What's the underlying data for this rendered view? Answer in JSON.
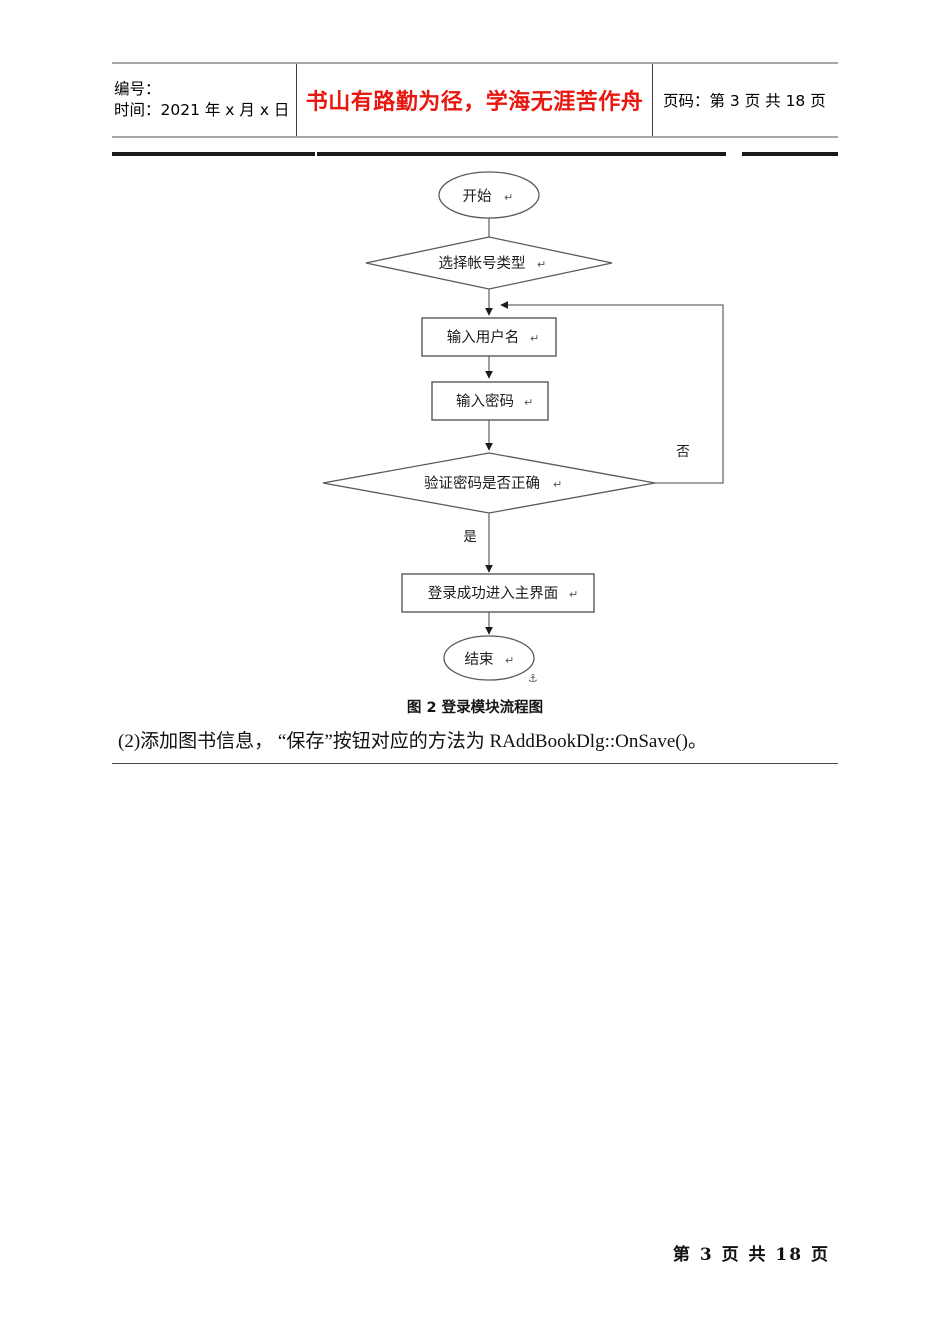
{
  "header": {
    "left": {
      "number_label": "编号：",
      "date_label": "时间：2021 年 x 月 x 日"
    },
    "title": "书山有路勤为径，学海无涯苦作舟",
    "right": {
      "page_label": "页码：第 3 页  共 18 页"
    }
  },
  "flowchart": {
    "nodes": {
      "start": "开始",
      "choose_account_type": "选择帐号类型",
      "input_username": "输入用户名",
      "input_password": "输入密码",
      "verify_password": "验证密码是否正确",
      "login_success": "登录成功进入主界面",
      "end": "结束"
    },
    "edge_labels": {
      "no": "否",
      "yes": "是"
    },
    "pilcrow": "↵"
  },
  "figure_caption": "图 2 登录模块流程图",
  "body_paragraph": "(2)添加图书信息，  “保存”按钮对应的方法为 RAddBookDlg::OnSave()。",
  "footer": {
    "page_text": "第 3 页 共 18 页"
  },
  "colors": {
    "title_red": "#e8170f",
    "header_border": "#a6a6a6",
    "rule_dark": "#1a1a1a",
    "shape_stroke": "#595959",
    "text": "#1c1c1c"
  }
}
